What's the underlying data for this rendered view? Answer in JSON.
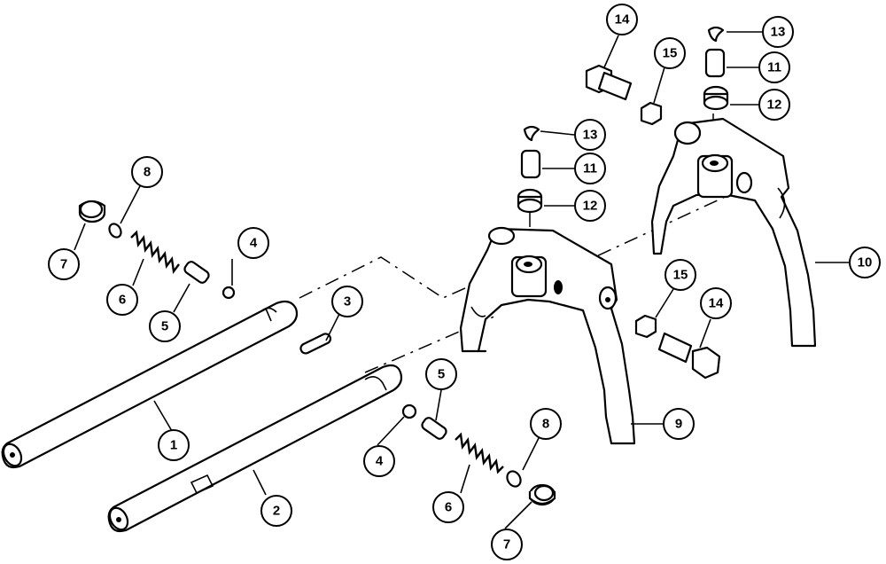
{
  "callouts": [
    {
      "id": "c1",
      "label": "1"
    },
    {
      "id": "c2",
      "label": "2"
    },
    {
      "id": "c3",
      "label": "3"
    },
    {
      "id": "c4a",
      "label": "4"
    },
    {
      "id": "c4b",
      "label": "4"
    },
    {
      "id": "c5a",
      "label": "5"
    },
    {
      "id": "c5b",
      "label": "5"
    },
    {
      "id": "c6a",
      "label": "6"
    },
    {
      "id": "c6b",
      "label": "6"
    },
    {
      "id": "c7a",
      "label": "7"
    },
    {
      "id": "c7b",
      "label": "7"
    },
    {
      "id": "c8a",
      "label": "8"
    },
    {
      "id": "c8b",
      "label": "8"
    },
    {
      "id": "c9",
      "label": "9"
    },
    {
      "id": "c10",
      "label": "10"
    },
    {
      "id": "c11a",
      "label": "11"
    },
    {
      "id": "c11b",
      "label": "11"
    },
    {
      "id": "c12a",
      "label": "12"
    },
    {
      "id": "c12b",
      "label": "12"
    },
    {
      "id": "c13a",
      "label": "13"
    },
    {
      "id": "c13b",
      "label": "13"
    },
    {
      "id": "c14a",
      "label": "14"
    },
    {
      "id": "c14b",
      "label": "14"
    },
    {
      "id": "c15a",
      "label": "15"
    },
    {
      "id": "c15b",
      "label": "15"
    }
  ]
}
